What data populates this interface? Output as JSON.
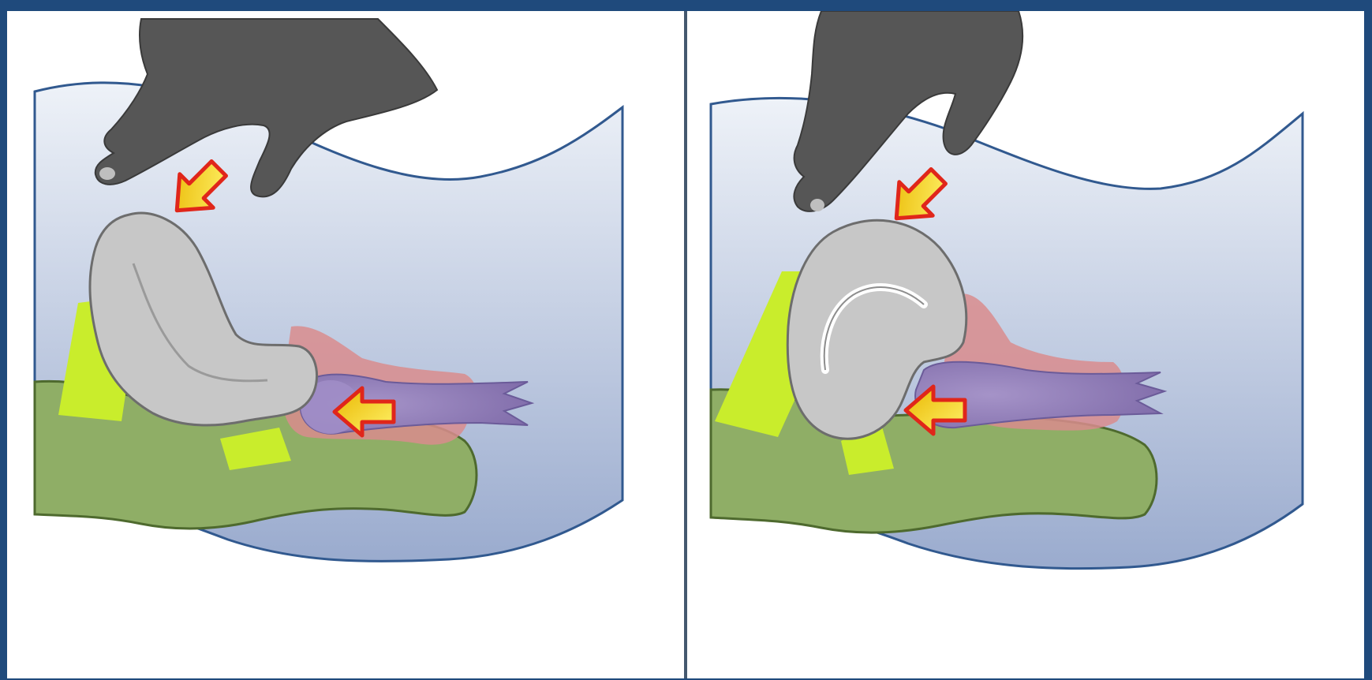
{
  "figure": {
    "panels": [
      {
        "id": "left",
        "pressure_arrows": 2,
        "uterus_has_cavity_line": false
      },
      {
        "id": "right",
        "pressure_arrows": 2,
        "uterus_has_cavity_line": true
      }
    ],
    "colors": {
      "frame": "#1f4a7c",
      "abdomen_top": "#e9eef6",
      "abdomen_bottom": "#9aa9cc",
      "outline": "#31598f",
      "glove": "#545454",
      "uterus": "#c6c6c6",
      "ligament": "#c7ec2e",
      "bowel": "#8faf66",
      "vagina": "#8c78b4",
      "tissue_red": "#d88b8b",
      "arrow_fill": "#f2d91a",
      "arrow_edge": "#e0261a"
    }
  }
}
